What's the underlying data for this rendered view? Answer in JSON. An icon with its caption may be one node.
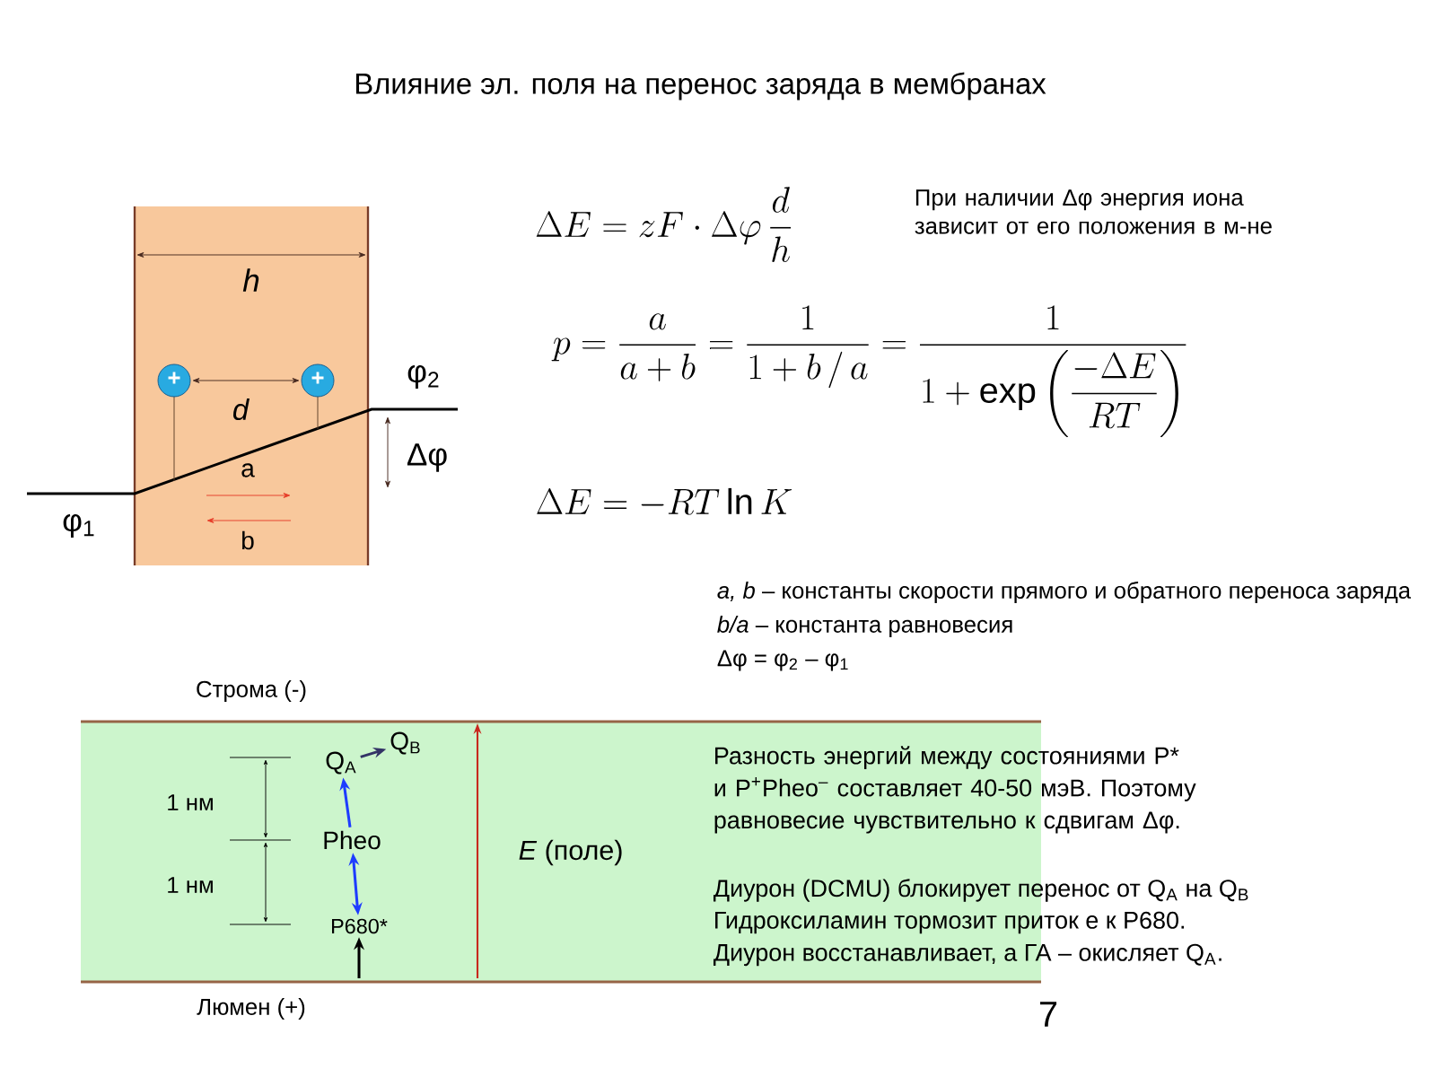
{
  "diagram": {
    "title": "Влияние эл. поля на перенос заряда в мембранах",
    "nodes": [
      {
        "text": [
          "Q$_{A}$"
        ]
      },
      {
        "text": [
          "Q$_{B}$"
        ]
      },
      {
        "text": [
          "Pheo"
        ]
      },
      {
        "text": [
          "P680*"
        ]
      }
    ],
    "edges": [
      {
        "from": 0,
        "to": 1,
        "arrow": "to",
        "color": "#333366"
      },
      {
        "from": 2,
        "to": 0,
        "arrow": "to"
      },
      {
        "from": 3,
        "to": 2,
        "arrow": "both"
      },
      {
        "from": null,
        "to": 3,
        "arrow": "to",
        "color": "#000000"
      }
    ],
    "labels": [
      "h",
      "+",
      "+",
      "d",
      "φ$_{2}$",
      "Δφ",
      "a",
      "φ$_{1}$",
      "b",
      "\\Delta E = zF\\cdot\\Delta\\varphi\\,\\frac{d}{h}",
      "p=\\frac{a}{a+b}=\\frac{1}{1+b\\,/\\,a}=\\frac{1}{1+\\exp\\left(\\dfrac{-\\Delta E}{RT}\\right)}",
      "\\Delta E = -RT\\ln K",
      "При наличии Δφ энергия иона зависит от его положения в м-не",
      "*a, b* – константы скорости прямого и обратного переноса заряда",
      "*b/a* – константа равновесия",
      "Δφ = φ$_{2}$ – φ$_{1}$",
      "Строма (-)",
      "1 нм",
      "1 нм",
      "*E* (поле)",
      "Разность энергий между состояниями P* и P$^{+}$Pheo$^{–}$ составляет 40-50 мэВ. Поэтому равновесие чувствительно к сдвигам Δφ.",
      "Диурон (DCMU) блокирует перенос от Q$_{A}$ на Q$_{B}$",
      "Гидроксиламин тормозит приток е к P680.",
      "Диурон восстанавливает, а ГА – окисляет Q$_{A}$.",
      "Люмен (+)",
      "7"
    ]
  }
}
